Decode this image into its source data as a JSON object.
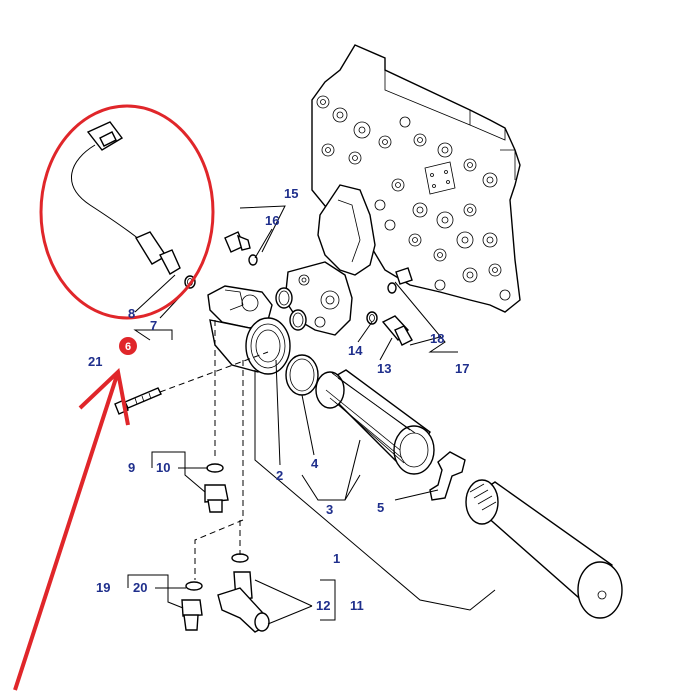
{
  "labels": {
    "l15": "15",
    "l16": "16",
    "l18": "18",
    "l17": "17",
    "l14": "14",
    "l13": "13",
    "l8": "8",
    "l7": "7",
    "l21": "21",
    "l9": "9",
    "l10": "10",
    "l2": "2",
    "l4": "4",
    "l3": "3",
    "l5": "5",
    "l1": "1",
    "l19": "19",
    "l20": "20",
    "l12": "12",
    "l11": "11"
  },
  "badge": "6",
  "colors": {
    "label": "#1f2f8c",
    "highlight": "#e0262a"
  }
}
